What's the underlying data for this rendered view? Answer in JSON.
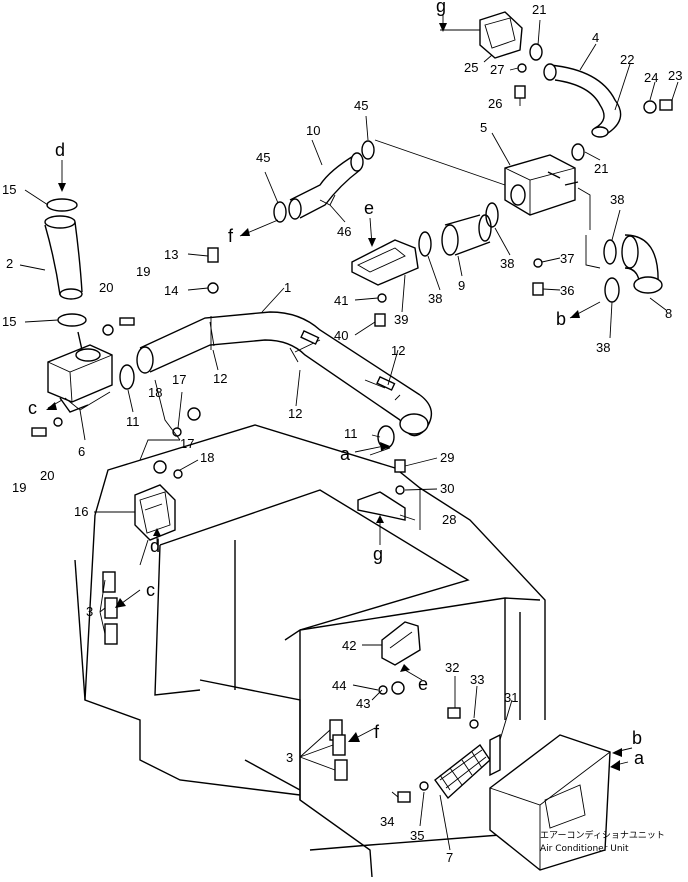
{
  "callouts": {
    "n1": "1",
    "n2": "2",
    "n3a": "3",
    "n3b": "3",
    "n4": "4",
    "n5": "5",
    "n6": "6",
    "n7": "7",
    "n8": "8",
    "n9": "9",
    "n10": "10",
    "n11a": "11",
    "n11b": "11",
    "n12a": "12",
    "n12b": "12",
    "n12c": "12",
    "n13": "13",
    "n14": "14",
    "n15a": "15",
    "n15b": "15",
    "n16": "16",
    "n17a": "17",
    "n17b": "17",
    "n18a": "18",
    "n18b": "18",
    "n19a": "19",
    "n19b": "19",
    "n20a": "20",
    "n20b": "20",
    "n21a": "21",
    "n21b": "21",
    "n22": "22",
    "n23": "23",
    "n24": "24",
    "n25": "25",
    "n26": "26",
    "n27": "27",
    "n28": "28",
    "n29": "29",
    "n30": "30",
    "n31": "31",
    "n32": "32",
    "n33": "33",
    "n34": "34",
    "n35": "35",
    "n36": "36",
    "n37": "37",
    "n38a": "38",
    "n38b": "38",
    "n38c": "38",
    "n38d": "38",
    "n39": "39",
    "n40": "40",
    "n41": "41",
    "n42": "42",
    "n43": "43",
    "n44": "44",
    "n45a": "45",
    "n45b": "45",
    "n46": "46"
  },
  "connectors": {
    "a1": "a",
    "a2": "a",
    "b1": "b",
    "b2": "b",
    "c1": "c",
    "c2": "c",
    "d1": "d",
    "d2": "d",
    "e1": "e",
    "e2": "e",
    "f1": "f",
    "f2": "f",
    "g1": "g",
    "g2": "g"
  },
  "caption": {
    "jp": "エアーコンディショナユニット",
    "en": "Air Conditioner Unit"
  }
}
